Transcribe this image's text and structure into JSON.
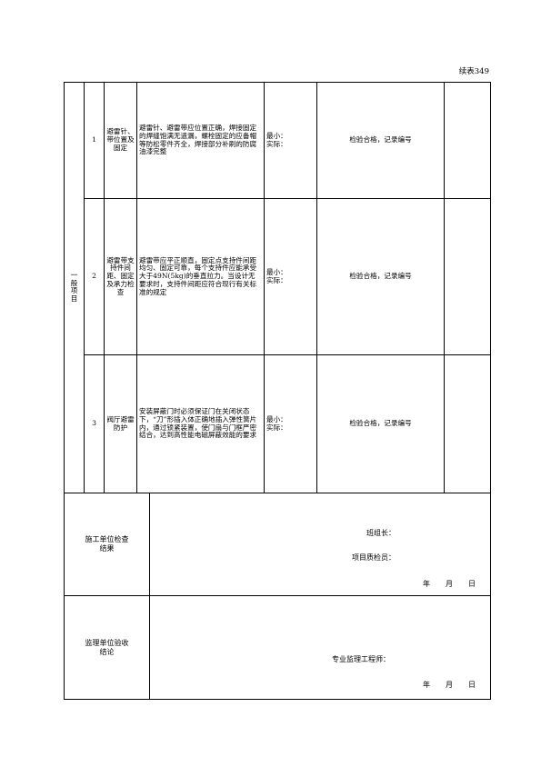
{
  "continuation": "续表349",
  "category": "一般项目",
  "rows": [
    {
      "no": "1",
      "item": "避雷针、带位置及固定",
      "requirement": "避雷针、避雷带应位置正确，焊接固定的焊缝饱满无遗漏，螺栓固定的应备帽等防松零件齐全，焊接部分补刷的防腐油漆完整",
      "measured": [
        "最小：",
        "实际："
      ],
      "result": "检验合格，记录编号"
    },
    {
      "no": "2",
      "item": "避雷带支持件间距、固定及承力检查",
      "requirement": "避雷带应平正顺直，固定点支持件间距均匀、固定可靠，每个支持件应能承受大于49N(5kg)的垂直拉力。当设计无要求时，支持件间距应符合现行有关标准的规定",
      "measured": [
        "最小：",
        "实际："
      ],
      "result": "检验合格，记录编号"
    },
    {
      "no": "3",
      "item": "阀厅避雷防护",
      "requirement": "安装屏蔽门时必须保证门在关闭状态下，“刀”形插入体正确地插入弹性簧片内，通过锁紧装置，使门扇与门框严密结合，达到高性能电磁屏蔽效能的要求",
      "measured": [
        "最小：",
        "实际："
      ],
      "result": "检验合格，记录编号"
    }
  ],
  "construction": {
    "label": "施工单位检查结果",
    "team_leader": "班组长：",
    "quality_inspector": "项目质检员：",
    "year": "年",
    "month": "月",
    "day": "日"
  },
  "supervision": {
    "label": "监理单位验收结论",
    "engineer": "专业监理工程师：",
    "year": "年",
    "month": "月",
    "day": "日"
  }
}
